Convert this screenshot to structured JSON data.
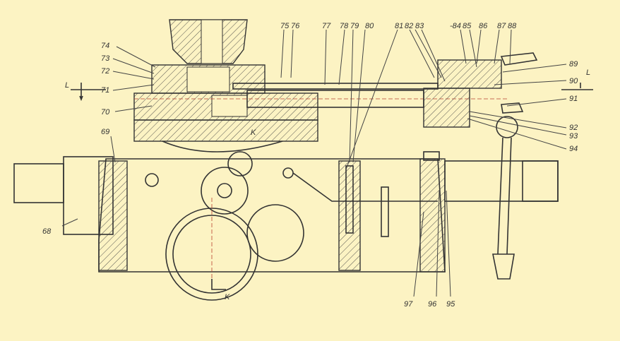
{
  "drawing": {
    "labels_top": [
      "75",
      "76",
      "77",
      "78",
      "79",
      "80",
      "81",
      "82",
      "83",
      "-84",
      "85",
      "86",
      "87",
      "88"
    ],
    "labels_left": [
      "74",
      "73",
      "72",
      "71",
      "70",
      "69",
      "68"
    ],
    "labels_right": [
      "89",
      "90",
      "91",
      "92",
      "93",
      "94"
    ],
    "labels_bottom": [
      "97",
      "96",
      "95"
    ],
    "section_L": "L",
    "section_K": "K"
  },
  "colors": {
    "paper": "#fcf3c3",
    "ink": "#333333",
    "centerline": "#b84030"
  }
}
